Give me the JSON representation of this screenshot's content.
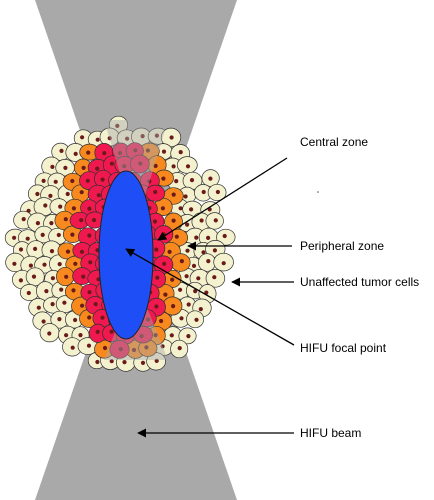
{
  "labels": {
    "central_zone": "Central zone",
    "peripheral_zone": "Peripheral zone",
    "unaffected_cells": "Unaffected tumor cells",
    "focal_point": "HIFU focal point",
    "beam": "HIFU beam"
  },
  "colors": {
    "background": "#ffffff",
    "beam": "#a9a9a9",
    "focal_point": "#1e4ef5",
    "central_cells": "#f0194f",
    "peripheral_cells": "#f7891f",
    "unaffected_cells": "#f4f1cf",
    "nucleus": "#6b1a1a",
    "outline": "#2f2f2f",
    "arrow": "#000000"
  }
}
